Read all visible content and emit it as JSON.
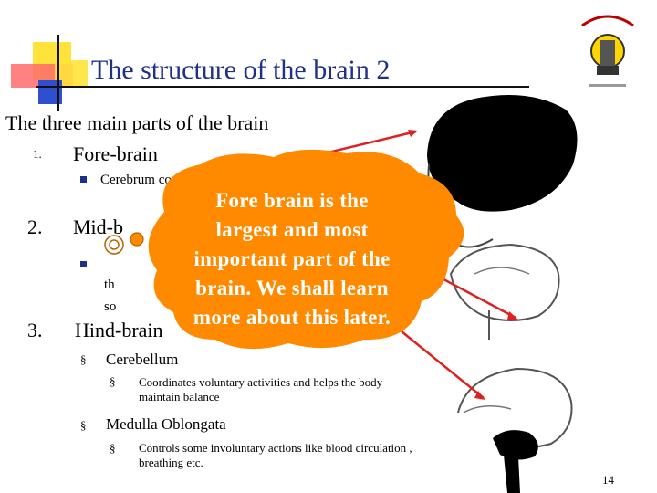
{
  "slide": {
    "title": "The structure of the brain 2",
    "intro": "The three main parts of the brain",
    "items": [
      {
        "number": "1.",
        "label": "Fore-brain",
        "sub": "Cerebrum constitutes"
      },
      {
        "number": "2.",
        "label": "Mid-b",
        "sub_line1": "th",
        "sub_line2": "so"
      },
      {
        "number": "3.",
        "label": "Hind-brain"
      }
    ],
    "hindbrain": {
      "cerebellum_label": "Cerebellum",
      "cerebellum_desc": "Coordinates voluntary activities and helps the body maintain balance",
      "medulla_label": "Medulla Oblongata",
      "medulla_desc": "Controls some involuntary actions like blood circulation , breathing etc."
    },
    "callout": {
      "line1": "Fore brain is the",
      "line2": "largest and most",
      "line3": "important part of the",
      "line4": "brain. We shall learn",
      "line5": "more about this later."
    },
    "page_number": "14"
  },
  "colors": {
    "title": "#1f2f8a",
    "callout_fill": "#ff8a00",
    "arrow": "#e02020",
    "bullet": "#1f2f8a"
  }
}
